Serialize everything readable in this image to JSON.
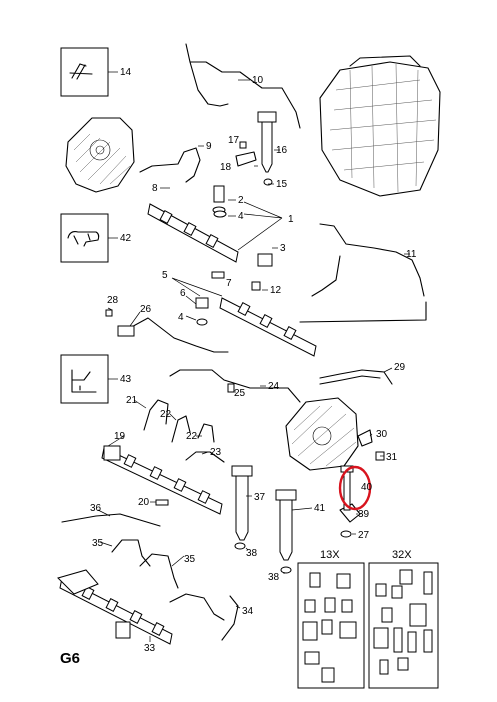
{
  "page_code": "G6",
  "kit_labels": [
    "13X",
    "32X"
  ],
  "callouts": {
    "c1": "1",
    "c2": "2",
    "c3": "3",
    "c4a": "4",
    "c4b": "4",
    "c5": "5",
    "c6": "6",
    "c7": "7",
    "c8": "8",
    "c9": "9",
    "c10": "10",
    "c11": "11",
    "c12": "12",
    "c14": "14",
    "c15": "15",
    "c16": "16",
    "c17": "17",
    "c18": "18",
    "c19": "19",
    "c20": "20",
    "c21": "21",
    "c22a": "22",
    "c22b": "22",
    "c23": "23",
    "c24": "24",
    "c25": "25",
    "c26": "26",
    "c27": "27",
    "c28": "28",
    "c29": "29",
    "c30": "30",
    "c31": "31",
    "c33": "33",
    "c34": "34",
    "c35a": "35",
    "c35b": "35",
    "c36": "36",
    "c37": "37",
    "c38a": "38",
    "c38b": "38",
    "c39": "39",
    "c40": "40",
    "c41": "41",
    "c42": "42",
    "c43": "43"
  },
  "highlighted_part": "40",
  "highlight_color": "#d8141e"
}
